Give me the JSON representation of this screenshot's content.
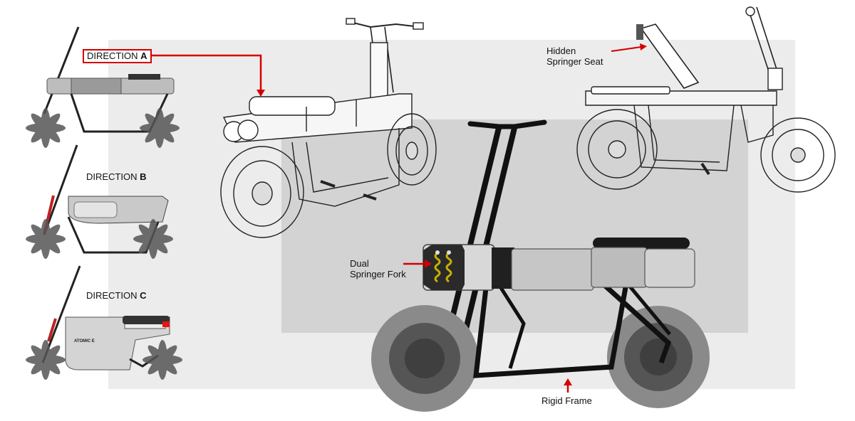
{
  "labels": {
    "direction_a": {
      "prefix": "DIRECTION",
      "letter": "A"
    },
    "direction_b": {
      "prefix": "DIRECTION",
      "letter": "B"
    },
    "direction_c": {
      "prefix": "DIRECTION",
      "letter": "C"
    },
    "hidden_seat_line1": "Hidden",
    "hidden_seat_line2": "Springer Seat",
    "fork_line1": "Dual",
    "fork_line2": "Springer Fork",
    "rigid_frame": "Rigid Frame",
    "brand_mark": "ATOMIC E"
  },
  "colors": {
    "accent_red": "#d40000",
    "panel_light": "#ececec",
    "panel_mid": "#cfcfcf",
    "frame_black": "#111111"
  }
}
